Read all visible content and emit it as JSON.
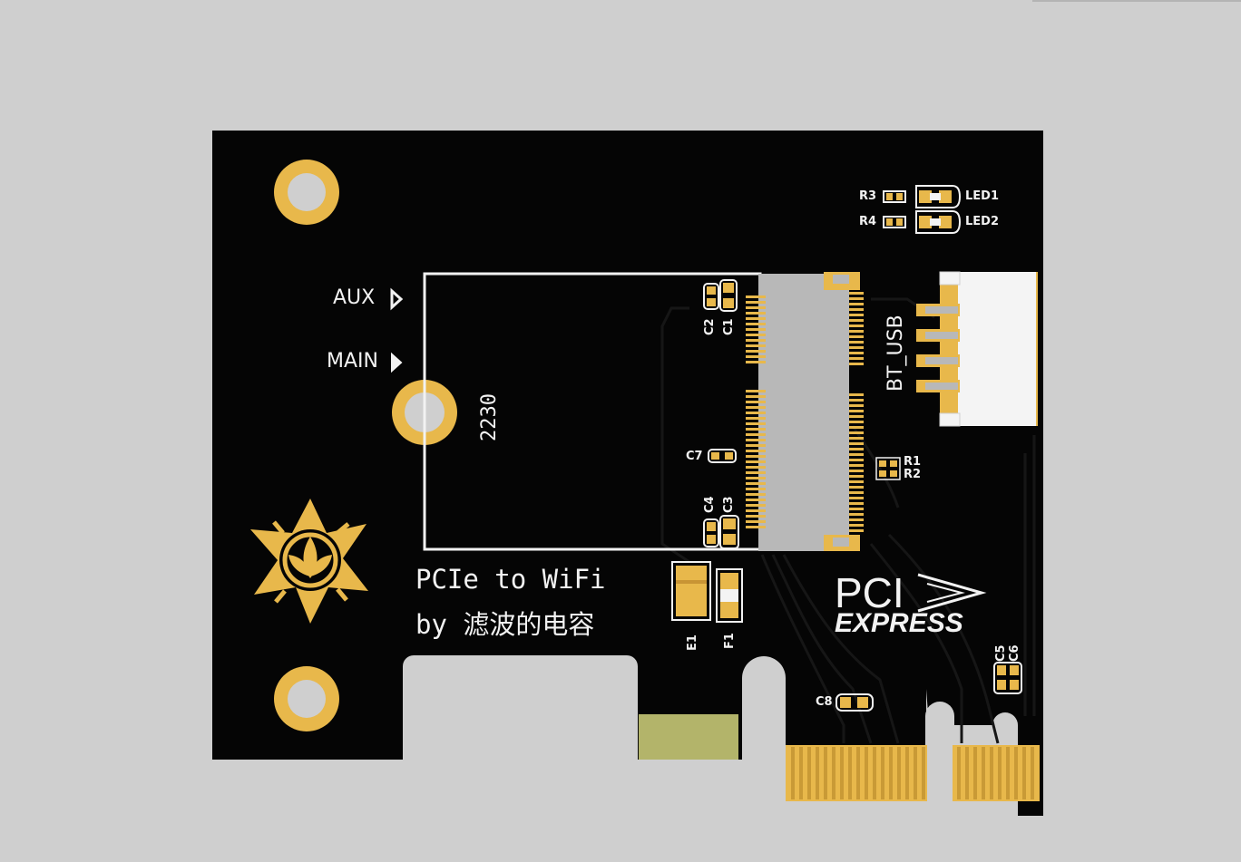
{
  "colors": {
    "background": "#cfcfcf",
    "board": "#050505",
    "copper_gold": "#e8b84b",
    "silkscreen": "#f2f2f2",
    "connector_body": "#b8b8b8",
    "bracket_pad": "#b3b46a"
  },
  "labels": {
    "aux": "AUX",
    "main": "MAIN",
    "size": "2230",
    "bt_usb": "BT_USB",
    "title_line1": "PCIe to WiFi",
    "title_line2": "by 滤波的电容"
  },
  "refs": {
    "r3": "R3",
    "r4": "R4",
    "led1": "LED1",
    "led2": "LED2",
    "c1": "C1",
    "c2": "C2",
    "c3": "C3",
    "c4": "C4",
    "c5": "C5",
    "c6": "C6",
    "c7": "C7",
    "c8": "C8",
    "r1": "R1",
    "r2": "R2",
    "e1": "E1",
    "f1": "F1"
  },
  "logo": {
    "pci": "PCI",
    "express": "EXPRESS"
  },
  "icons": {
    "aux_marker": "triangle-right-icon",
    "main_marker": "triangle-right-icon",
    "artwork": "flower-emblem-icon",
    "brand": "pci-express-logo"
  }
}
